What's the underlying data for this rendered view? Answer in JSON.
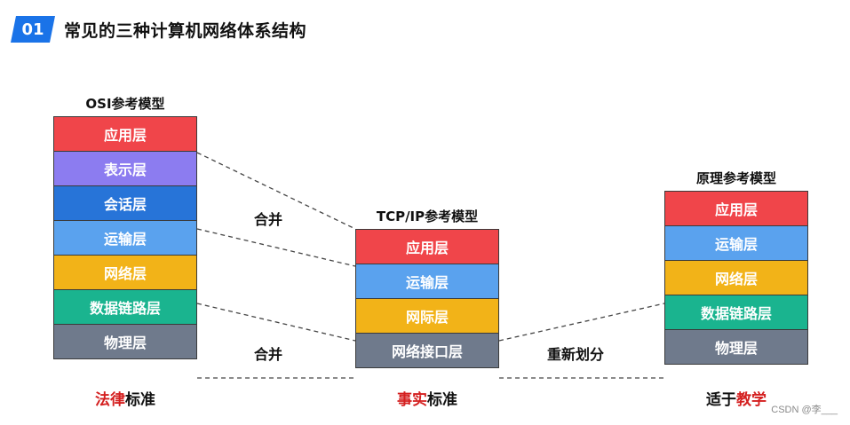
{
  "header": {
    "badge": "01",
    "title": "常见的三种计算机网络体系结构"
  },
  "colors": {
    "app": "#f0454a",
    "presentation": "#8c7cf0",
    "session": "#2774d8",
    "transport": "#5aa2ee",
    "network": "#f2b318",
    "datalink": "#1ab48f",
    "physical": "#6f7a8c",
    "tcp_internet": "#f2b318",
    "tcp_link": "#6f7a8c",
    "highlight": "#d42020",
    "badge": "#1a73e8"
  },
  "osi": {
    "title": "OSI参考模型",
    "layers": [
      "应用层",
      "表示层",
      "会话层",
      "运输层",
      "网络层",
      "数据链路层",
      "物理层"
    ],
    "foot_highlight": "法律",
    "foot_rest": "标准"
  },
  "tcpip": {
    "title": "TCP/IP参考模型",
    "layers": [
      "应用层",
      "运输层",
      "网际层",
      "网络接口层"
    ],
    "foot_highlight": "事实",
    "foot_rest": "标准"
  },
  "principle": {
    "title": "原理参考模型",
    "layers": [
      "应用层",
      "运输层",
      "网络层",
      "数据链路层",
      "物理层"
    ],
    "foot_prefix": "适于",
    "foot_highlight": "教学"
  },
  "notes": {
    "merge_top": "合并",
    "merge_bottom": "合并",
    "redivide": "重新划分"
  },
  "watermark": "CSDN @李___"
}
